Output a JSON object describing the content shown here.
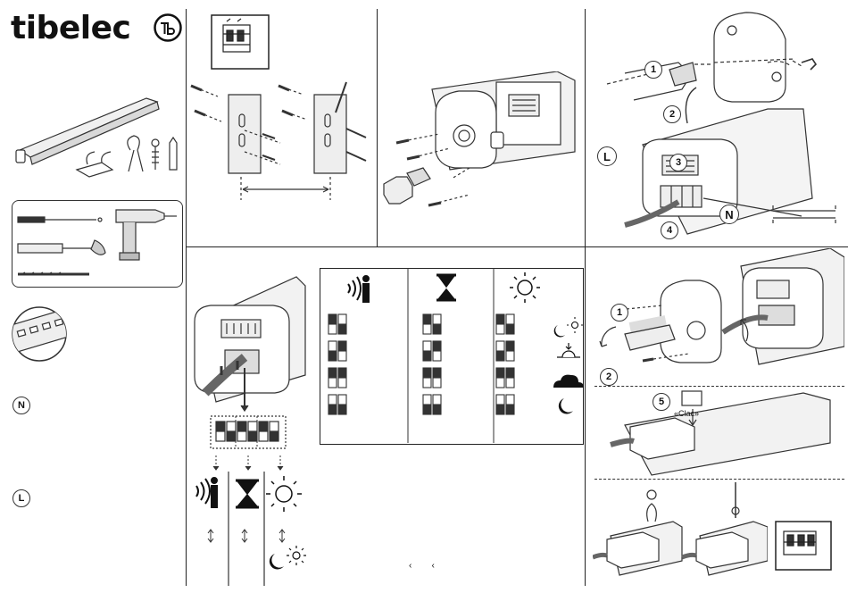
{
  "brand": {
    "name": "tibelec"
  },
  "labels": {
    "neutral_marker": "N",
    "line_marker": "L",
    "clac_label": "«Clac»",
    "footer_marks": "‹        ‹"
  },
  "callouts": {
    "c1": "1",
    "c2": "2",
    "c3": "3",
    "c4": "4",
    "c5": "5"
  },
  "icons": {
    "columns": [
      "motion-sensor-icon",
      "hourglass-timer-icon",
      "sun-daylight-icon"
    ],
    "row_icons_right": [
      "moon-sun-icon",
      "sunrise-icon",
      "cloud-icon",
      "moon-icon"
    ]
  },
  "colors": {
    "ink": "#111111",
    "paper": "#ffffff",
    "grey": "#8a8a8a"
  }
}
